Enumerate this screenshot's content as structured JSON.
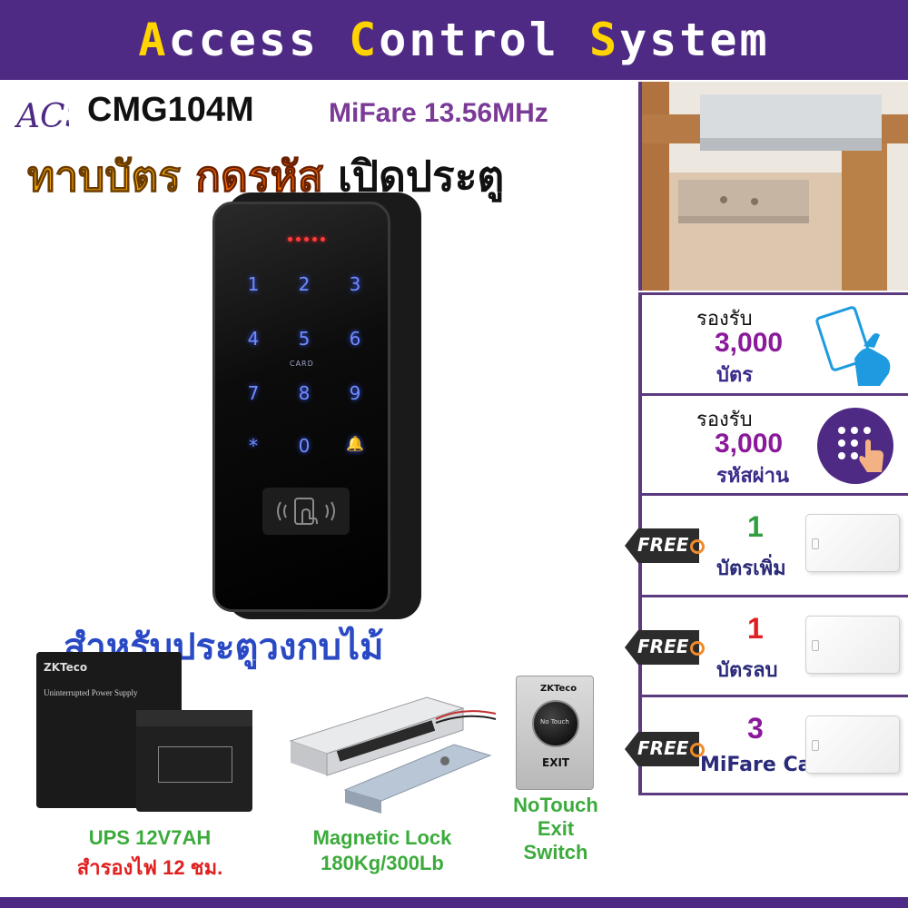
{
  "banner": {
    "parts": [
      {
        "text": "A",
        "accent": true
      },
      {
        "text": "ccess ",
        "accent": false
      },
      {
        "text": "C",
        "accent": true
      },
      {
        "text": "ontrol ",
        "accent": false
      },
      {
        "text": "S",
        "accent": true
      },
      {
        "text": "ystem",
        "accent": false
      }
    ]
  },
  "header": {
    "logo_text": "ACS",
    "model": "CMG104M",
    "frequency": "MiFare 13.56MHz",
    "slogan_1": "ทาบบัตร",
    "slogan_2": "กดรหัส",
    "slogan_3": "เปิดประตู"
  },
  "keypad": {
    "keys": [
      "1",
      "2",
      "3",
      "4",
      "5",
      "6",
      "7",
      "8",
      "9",
      "*",
      "0",
      "🔔"
    ],
    "card_label": "CARD"
  },
  "door_label": "สำหรับประตูวงกบไม้",
  "capacity": [
    {
      "label": "รองรับ",
      "count": "3,000",
      "unit": "บัตร",
      "icon": "card-tap-icon"
    },
    {
      "label": "รองรับ",
      "count": "3,000",
      "unit": "รหัสผ่าน",
      "icon": "keypad-touch-icon"
    }
  ],
  "freebies": [
    {
      "tag": "FREE",
      "count": "1",
      "desc": "บัตรเพิ่ม",
      "color": "#2e9e3e"
    },
    {
      "tag": "FREE",
      "count": "1",
      "desc": "บัตรลบ",
      "color": "#e02020"
    },
    {
      "tag": "FREE",
      "count": "3",
      "desc": "MiFare Card",
      "color": "#8a1a9a"
    }
  ],
  "accessories": {
    "ups": {
      "line1": "UPS 12V7AH",
      "line2": "สำรองไฟ 12 ชม.",
      "box_brand": "ZKTeco",
      "box_title": "Uninterrupted Power Supply"
    },
    "maglock": {
      "line1": "Magnetic Lock",
      "line2": "180Kg/300Lb"
    },
    "exit": {
      "line1": "NoTouch",
      "line2": "Exit",
      "line3": "Switch",
      "brand": "ZKTeco",
      "button_text": "No Touch",
      "plate_text": "EXIT"
    }
  }
}
